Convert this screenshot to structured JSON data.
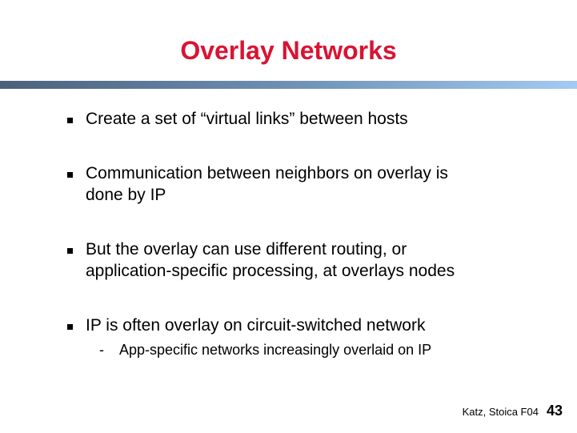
{
  "slide": {
    "title": "Overlay Networks",
    "bullets": [
      {
        "text": "Create a set of “virtual links” between hosts"
      },
      {
        "text": "Communication between neighbors on overlay is done by IP"
      },
      {
        "text": "But the overlay can use different routing, or application-specific processing, at overlays nodes"
      },
      {
        "text": "IP is often overlay on circuit-switched network",
        "sub": [
          {
            "marker": "-",
            "text": "App-specific networks increasingly overlaid on IP"
          }
        ]
      }
    ],
    "footer": {
      "credit": "Katz, Stoica F04",
      "page_number": "43"
    },
    "colors": {
      "title_red": "#DA1333",
      "bar_left": "#4A617B",
      "bar_mid": "#7092B7",
      "bar_right": "#A3CAF5",
      "text": "#000000"
    }
  }
}
